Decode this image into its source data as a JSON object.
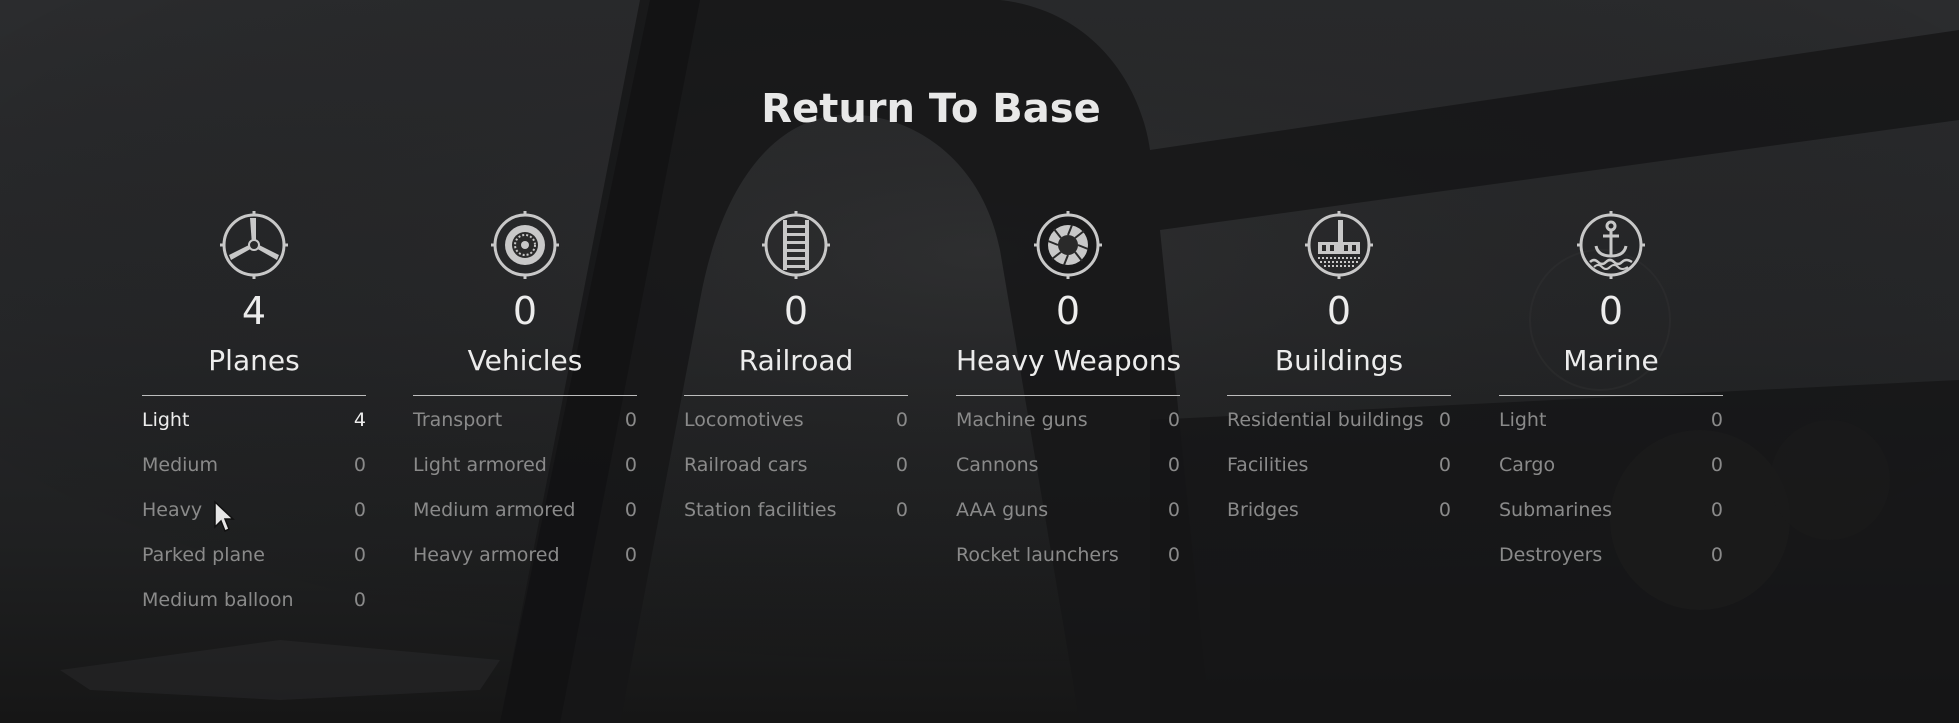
{
  "screen": {
    "title": "Return To Base"
  },
  "categories": [
    {
      "name": "Planes",
      "count": "4",
      "icon": "propeller-icon",
      "items": [
        {
          "label": "Light",
          "value": "4",
          "active": true
        },
        {
          "label": "Medium",
          "value": "0"
        },
        {
          "label": "Heavy",
          "value": "0"
        },
        {
          "label": "Parked plane",
          "value": "0"
        },
        {
          "label": "Medium balloon",
          "value": "0"
        }
      ]
    },
    {
      "name": "Vehicles",
      "count": "0",
      "icon": "wheel-icon",
      "items": [
        {
          "label": "Transport",
          "value": "0"
        },
        {
          "label": "Light armored",
          "value": "0"
        },
        {
          "label": "Medium armored",
          "value": "0"
        },
        {
          "label": "Heavy armored",
          "value": "0"
        }
      ]
    },
    {
      "name": "Railroad",
      "count": "0",
      "icon": "railroad-track-icon",
      "items": [
        {
          "label": "Locomotives",
          "value": "0"
        },
        {
          "label": "Railroad cars",
          "value": "0"
        },
        {
          "label": "Station facilities",
          "value": "0"
        }
      ]
    },
    {
      "name": "Heavy Weapons",
      "count": "0",
      "icon": "gun-barrel-icon",
      "items": [
        {
          "label": "Machine guns",
          "value": "0"
        },
        {
          "label": "Cannons",
          "value": "0"
        },
        {
          "label": "AAA guns",
          "value": "0"
        },
        {
          "label": "Rocket launchers",
          "value": "0"
        }
      ]
    },
    {
      "name": "Buildings",
      "count": "0",
      "icon": "factory-icon",
      "items": [
        {
          "label": "Residential buildings",
          "value": "0"
        },
        {
          "label": "Facilities",
          "value": "0"
        },
        {
          "label": "Bridges",
          "value": "0"
        }
      ]
    },
    {
      "name": "Marine",
      "count": "0",
      "icon": "anchor-icon",
      "items": [
        {
          "label": "Light",
          "value": "0"
        },
        {
          "label": "Cargo",
          "value": "0"
        },
        {
          "label": "Submarines",
          "value": "0"
        },
        {
          "label": "Destroyers",
          "value": "0"
        }
      ]
    }
  ],
  "colors": {
    "text_primary": "#ececec",
    "text_muted": "#8a8a8a",
    "divider": "#bdbdbd",
    "icon": "#c8c8c8",
    "background": "#1c1c1d"
  }
}
